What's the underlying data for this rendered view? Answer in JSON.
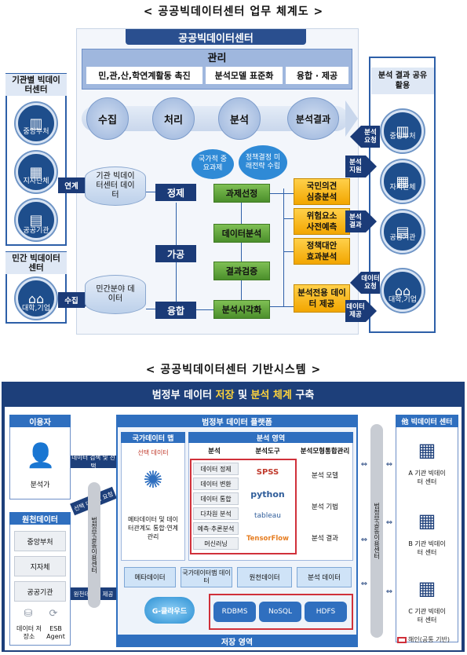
{
  "top": {
    "title": "< 공공빅데이터센터 업무 체계도 >",
    "center_title": "공공빅데이터센터",
    "manage": {
      "label": "관리",
      "items": [
        "민,관,산,학연계활동 촉진",
        "분석모델 표준화",
        "융합 · 제공"
      ]
    },
    "stages": [
      "수집",
      "처리",
      "분석",
      "분석결과"
    ],
    "left_public": {
      "title": "기관별 빅데이터센터",
      "items": [
        "중앙부처",
        "지자단체",
        "공공기관"
      ]
    },
    "left_private": {
      "title": "민간 빅데이터센터",
      "items": [
        "대학,기업"
      ]
    },
    "arrow_link": "연계",
    "arrow_collect": "수집",
    "db1": "기관 빅데이터센터 데이터",
    "db2": "민간분야 데이터",
    "proc": [
      "정제",
      "가공",
      "융합"
    ],
    "bubble1": "국가적 중요과제",
    "bubble2": "정책결정 미래전략 수립",
    "green": [
      "과제선정",
      "데이터분석",
      "결과검증",
      "분석시각화"
    ],
    "orange": [
      "국민의견 심층분석",
      "위험요소 사전예측",
      "정책대안 효과분석",
      "분석전용 데이터 제공"
    ],
    "right_title": "분석 결과 공유 활용",
    "right_items": [
      "중앙부처",
      "자치단체",
      "공공기관",
      "대학,기업"
    ],
    "arrows_right": [
      "분석 요청",
      "분석 지원",
      "분석 결과",
      "데이터 요청",
      "데이터 제공"
    ]
  },
  "bottom": {
    "title": "< 공공빅데이터센터 기반시스템 >",
    "banner_prefix": "범정부 데이터 ",
    "banner_hl1": "저장",
    "banner_mid": " 및 ",
    "banner_hl2": "분석 체계",
    "banner_suffix": " 구축",
    "user_title": "이용자",
    "user_label": "분석가",
    "arrow_search": "데이터 검색 및 선택",
    "arrow_req": "선택 데이터 요청",
    "arrow_provide": "원천데이터 제공",
    "source_title": "원천데이터",
    "source_items": [
      "중앙부처",
      "지자체",
      "공공기관"
    ],
    "source_icons": [
      "데이터 저장소",
      "ESB Agent"
    ],
    "vbar_left": "범정부공동이용센터",
    "vbar_right": "범정부공동이용센터",
    "platform_title": "범정부 데이터 플랫폼",
    "map_title": "국가데이터 맵",
    "map_sel": "선택 데이터",
    "map_desc": "메타데이터 및 데이터관계도 통합·연계 관리",
    "analysis_title": "분석 영역",
    "col_heads": [
      "분석",
      "분석도구",
      "분석모형통합관리"
    ],
    "analysis_items": [
      "데이터 정제",
      "데이터 변환",
      "데이터 통합",
      "다차원 분석",
      "예측·추론분석",
      "머신러닝"
    ],
    "tools": [
      "SPSS",
      "python",
      "tableau",
      "TensorFlow"
    ],
    "model_items": [
      "분석 모델",
      "분석 기법",
      "분석 결과"
    ],
    "data_boxes": [
      "메타데이터",
      "국가데이터맵 데이터",
      "원천데이터",
      "분석 데이터"
    ],
    "cloud": "G-클라우드",
    "storage": [
      "RDBMS",
      "NoSQL",
      "HDFS"
    ],
    "storage_title": "저장 영역",
    "other_title": "他 빅데이터 센터",
    "other_items": [
      "A 기관 빅데이터 센터",
      "B 기관 빅데이터 센터",
      "C 기관 빅데이터 센터"
    ],
    "legend": "해인(공통 기반)"
  }
}
